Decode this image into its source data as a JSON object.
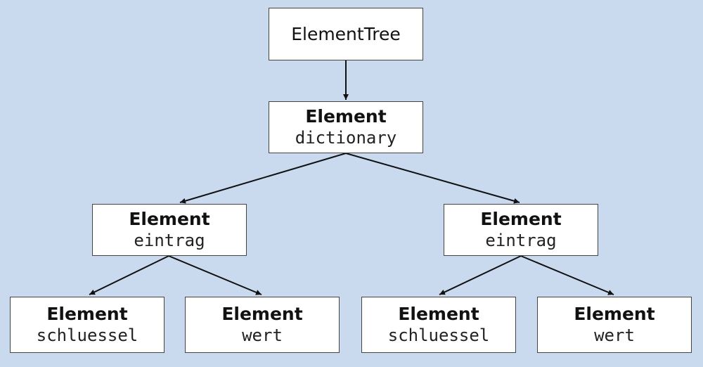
{
  "colors": {
    "background": "#c9daee",
    "node_fill": "#ffffff",
    "node_border": "#444444",
    "edge": "#111111"
  },
  "nodes": {
    "root": {
      "type": "ElementTree"
    },
    "dictionary": {
      "type": "Element",
      "tag": "dictionary"
    },
    "entry_left": {
      "type": "Element",
      "tag": "eintrag"
    },
    "entry_right": {
      "type": "Element",
      "tag": "eintrag"
    },
    "key_left": {
      "type": "Element",
      "tag": "schluessel"
    },
    "value_left": {
      "type": "Element",
      "tag": "wert"
    },
    "key_right": {
      "type": "Element",
      "tag": "schluessel"
    },
    "value_right": {
      "type": "Element",
      "tag": "wert"
    }
  }
}
